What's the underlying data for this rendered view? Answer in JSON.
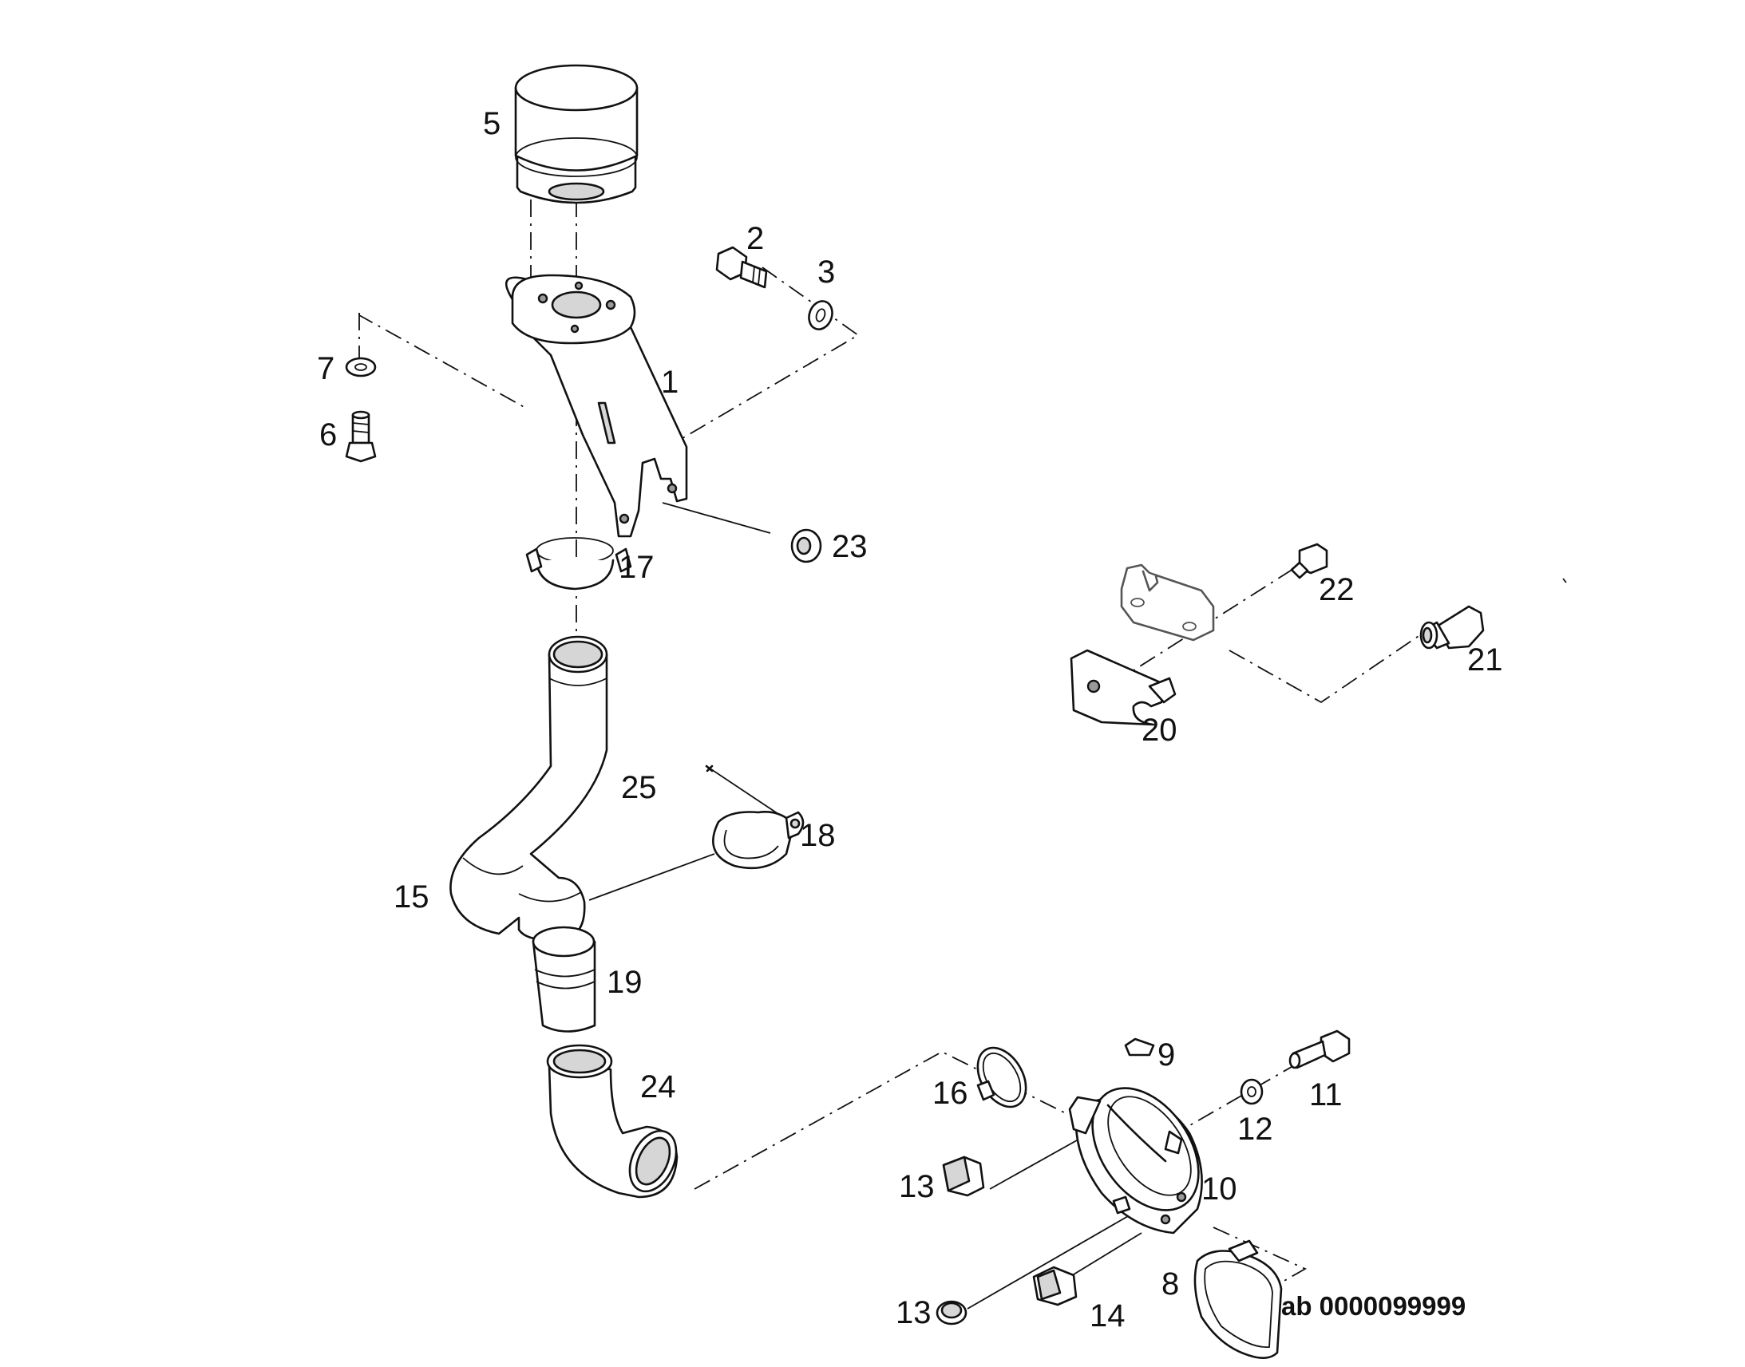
{
  "labels": {
    "p1": "1",
    "p2": "2",
    "p3": "3",
    "p5": "5",
    "p6": "6",
    "p7": "7",
    "p8": "8",
    "p9": "9",
    "p10": "10",
    "p11": "11",
    "p12": "12",
    "p13a": "13",
    "p13b": "13",
    "p14": "14",
    "p15": "15",
    "p16": "16",
    "p17": "17",
    "p18": "18",
    "p19": "19",
    "p20": "20",
    "p21": "21",
    "p22": "22",
    "p23": "23",
    "p24": "24",
    "p25": "25"
  },
  "drawing_code": "ab 0000099999"
}
